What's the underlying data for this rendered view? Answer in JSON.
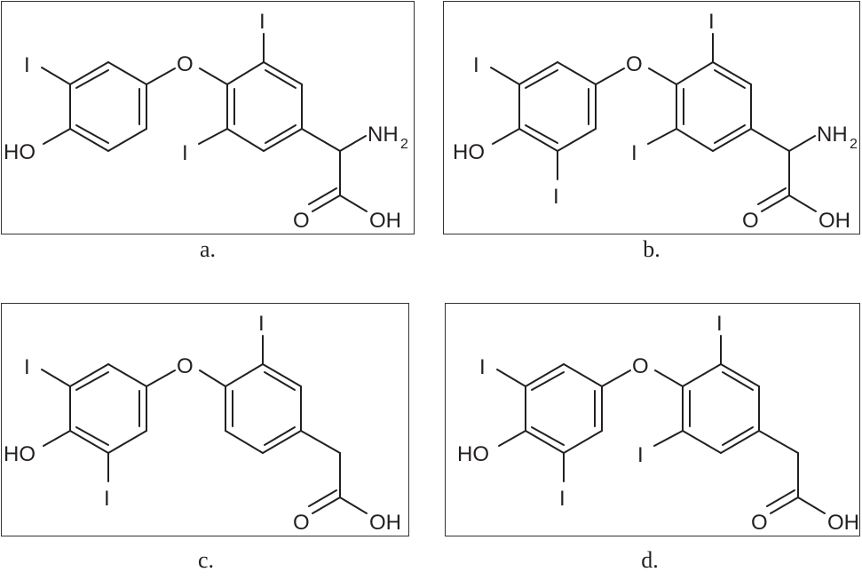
{
  "figure": {
    "panels": [
      {
        "id": "a",
        "caption": "a.",
        "ring_a_substituents": [
          "I",
          "HO"
        ],
        "bridge": "O",
        "ring_b_substituents": [
          "I",
          "I"
        ],
        "side_chain": "amino acid",
        "labels": {
          "i1": "I",
          "ho": "HO",
          "o_bridge": "O",
          "i_top": "I",
          "i_bot": "I",
          "nh": "NH",
          "nh_sub": "2",
          "o_carbonyl": "O",
          "oh": "OH"
        }
      },
      {
        "id": "b",
        "caption": "b.",
        "ring_a_substituents": [
          "I",
          "HO",
          "I"
        ],
        "bridge": "O",
        "ring_b_substituents": [
          "I",
          "I"
        ],
        "side_chain": "amino acid",
        "labels": {
          "i1": "I",
          "ho": "HO",
          "i2": "I",
          "o_bridge": "O",
          "i_top": "I",
          "i_bot": "I",
          "nh": "NH",
          "nh_sub": "2",
          "o_carbonyl": "O",
          "oh": "OH"
        }
      },
      {
        "id": "c",
        "caption": "c.",
        "ring_a_substituents": [
          "I",
          "HO",
          "I"
        ],
        "bridge": "O",
        "ring_b_substituents": [
          "I"
        ],
        "side_chain": "acetic acid",
        "labels": {
          "i1": "I",
          "ho": "HO",
          "i2": "I",
          "o_bridge": "O",
          "i_top": "I",
          "o_carbonyl": "O",
          "oh": "OH"
        }
      },
      {
        "id": "d",
        "caption": "d.",
        "ring_a_substituents": [
          "I",
          "HO",
          "I"
        ],
        "bridge": "O",
        "ring_b_substituents": [
          "I",
          "I"
        ],
        "side_chain": "acetic acid",
        "labels": {
          "i1": "I",
          "ho": "HO",
          "i2": "I",
          "o_bridge": "O",
          "i_top": "I",
          "i_bot": "I",
          "o_carbonyl": "O",
          "oh": "OH"
        }
      }
    ],
    "colors": {
      "line": "#231f20",
      "border": "#333333",
      "background": "#ffffff"
    }
  }
}
